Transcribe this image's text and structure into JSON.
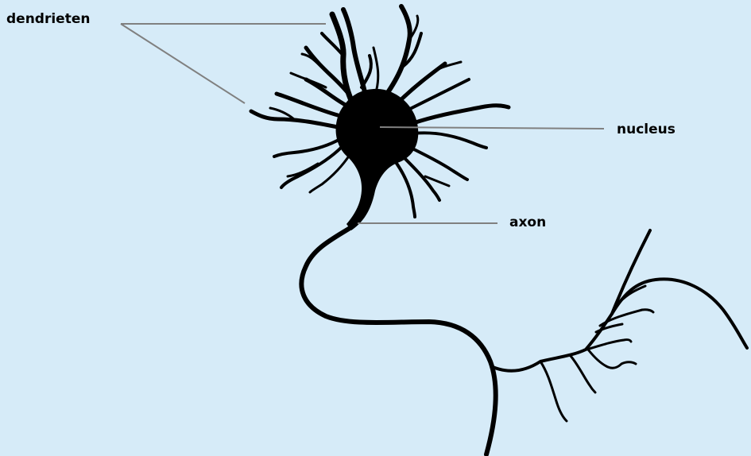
{
  "diagram": {
    "background_color": "#d6ebf8",
    "neuron_color": "#000000",
    "leader_color": "#808080",
    "labels": {
      "dendrites": "dendrieten",
      "nucleus": "nucleus",
      "axon": "axon"
    }
  }
}
